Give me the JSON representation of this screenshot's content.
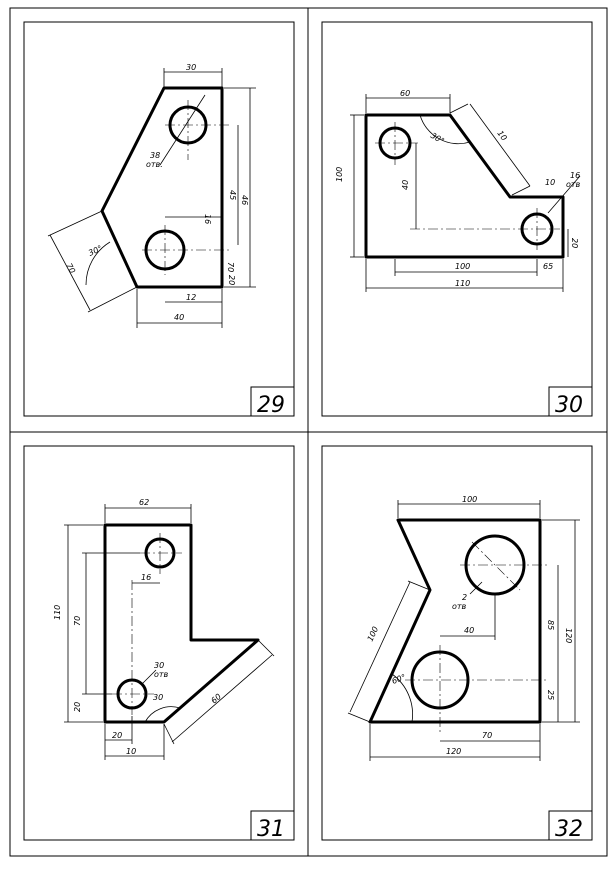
{
  "panels": [
    {
      "number": "29",
      "dims": [
        "30",
        "38",
        "отв.",
        "45",
        "16",
        "46",
        "70",
        "20",
        "12",
        "40",
        "70",
        "30°"
      ]
    },
    {
      "number": "30",
      "dims": [
        "60",
        "30°",
        "100",
        "40",
        "10",
        "20",
        "100",
        "110",
        "65",
        "16",
        "отв",
        "10"
      ]
    },
    {
      "number": "31",
      "dims": [
        "62",
        "16",
        "110",
        "70",
        "20",
        "20",
        "10",
        "30",
        "отв",
        "30",
        "60"
      ]
    },
    {
      "number": "32",
      "dims": [
        "100",
        "2",
        "отв",
        "40",
        "100",
        "85",
        "120",
        "25",
        "70",
        "60°",
        "120"
      ]
    }
  ]
}
